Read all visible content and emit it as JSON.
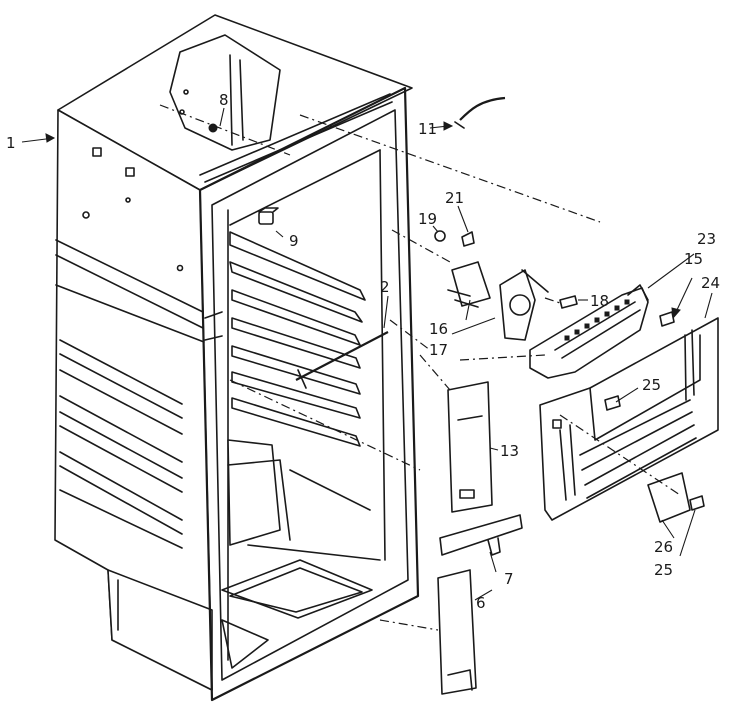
{
  "diagram": {
    "parts": [
      {
        "id": "p1",
        "label": "1"
      },
      {
        "id": "p2",
        "label": "2"
      },
      {
        "id": "p6",
        "label": "6"
      },
      {
        "id": "p7",
        "label": "7"
      },
      {
        "id": "p8",
        "label": "8"
      },
      {
        "id": "p9",
        "label": "9"
      },
      {
        "id": "p11",
        "label": "11"
      },
      {
        "id": "p13",
        "label": "13"
      },
      {
        "id": "p15",
        "label": "15"
      },
      {
        "id": "p16",
        "label": "16"
      },
      {
        "id": "p17",
        "label": "17"
      },
      {
        "id": "p18",
        "label": "18"
      },
      {
        "id": "p19",
        "label": "19"
      },
      {
        "id": "p21",
        "label": "21"
      },
      {
        "id": "p23",
        "label": "23"
      },
      {
        "id": "p24",
        "label": "24"
      },
      {
        "id": "p25a",
        "label": "25"
      },
      {
        "id": "p25b",
        "label": "25"
      },
      {
        "id": "p26",
        "label": "26"
      }
    ]
  },
  "colors": {
    "ink": "#1a1a1a",
    "paper": "#ffffff"
  }
}
